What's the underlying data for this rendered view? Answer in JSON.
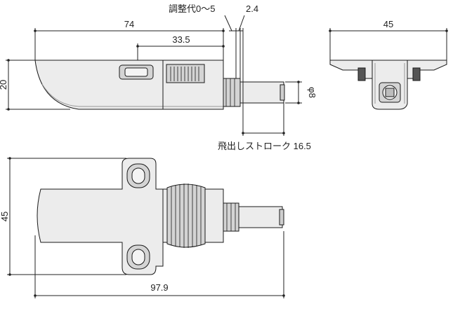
{
  "dimensions": {
    "side_length": "74",
    "side_inner": "33.5",
    "adjustment": "調整代0～5",
    "gap": "2.4",
    "height": "20",
    "diameter": "φ8",
    "stroke": "飛出しストローク 16.5",
    "front_width": "45",
    "top_height": "45",
    "top_length": "97.9"
  }
}
